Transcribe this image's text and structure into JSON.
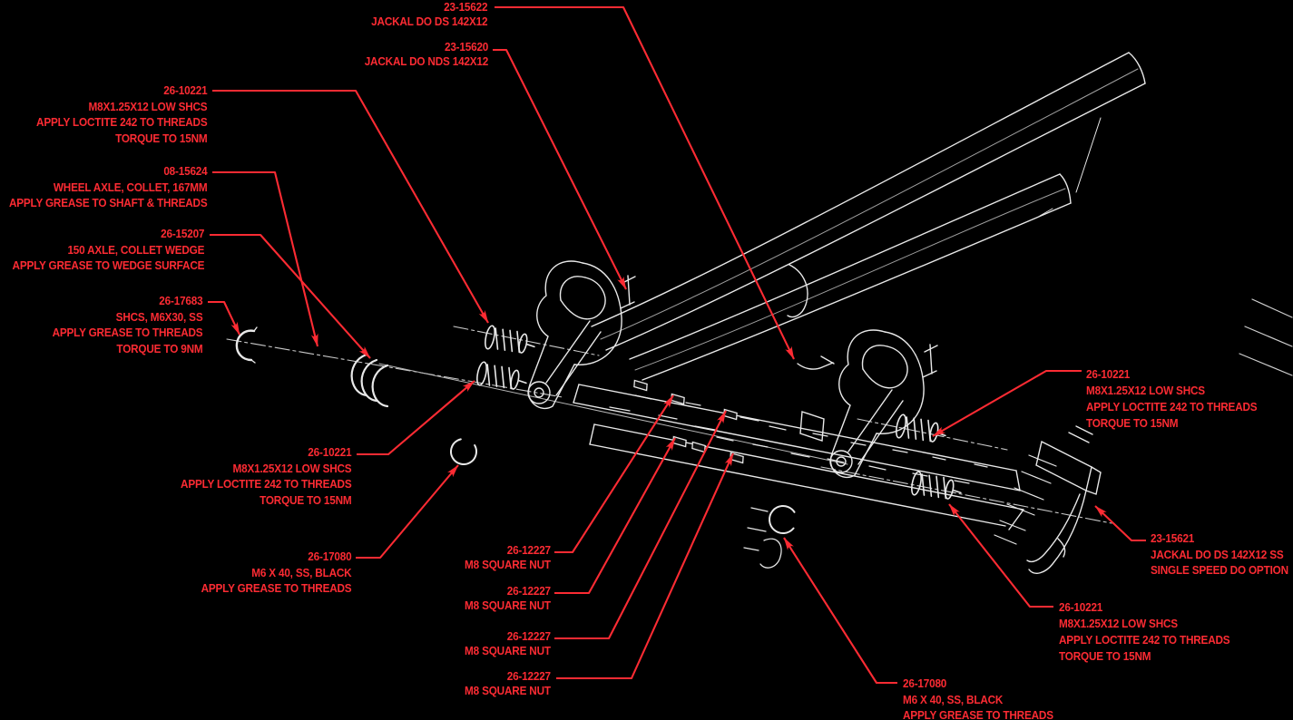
{
  "colors": {
    "background": "#000000",
    "label_red": "#fc2b33",
    "line_white": "#e8e8e8"
  },
  "labels": {
    "ds_dropout": {
      "lines": [
        "23-15622",
        "JACKAL DO DS 142X12"
      ]
    },
    "nds_dropout": {
      "lines": [
        "23-15620",
        "JACKAL DO NDS 142X12"
      ]
    },
    "shcs_top_left": {
      "lines": [
        "26-10221",
        "M8X1.25X12 LOW SHCS",
        "APPLY LOCTITE 242 TO THREADS",
        "TORQUE TO 15NM"
      ]
    },
    "wheel_axle": {
      "lines": [
        "08-15624",
        "WHEEL AXLE, COLLET, 167MM",
        "APPLY GREASE TO SHAFT & THREADS"
      ]
    },
    "collet_wedge": {
      "lines": [
        "26-15207",
        "150 AXLE, COLLET WEDGE",
        "APPLY GREASE TO WEDGE SURFACE"
      ]
    },
    "shcs_m6x30": {
      "lines": [
        "26-17683",
        "SHCS, M6X30, SS",
        "APPLY GREASE TO THREADS",
        "TORQUE TO 9NM"
      ]
    },
    "shcs_lower_left": {
      "lines": [
        "26-10221",
        "M8X1.25X12 LOW SHCS",
        "APPLY LOCTITE 242 TO THREADS",
        "TORQUE TO 15NM"
      ]
    },
    "bolt_m6x40_left": {
      "lines": [
        "26-17080",
        "M6 X 40, SS, BLACK",
        "APPLY GREASE TO THREADS"
      ]
    },
    "square_nut_1": {
      "lines": [
        "26-12227",
        "M8 SQUARE NUT"
      ]
    },
    "square_nut_2": {
      "lines": [
        "26-12227",
        "M8 SQUARE NUT"
      ]
    },
    "square_nut_3": {
      "lines": [
        "26-12227",
        "M8 SQUARE NUT"
      ]
    },
    "square_nut_4": {
      "lines": [
        "26-12227",
        "M8 SQUARE NUT"
      ]
    },
    "shcs_right": {
      "lines": [
        "26-10221",
        "M8X1.25X12 LOW SHCS",
        "APPLY LOCTITE 242 TO THREADS",
        "TORQUE TO 15NM"
      ]
    },
    "ss_dropout": {
      "lines": [
        "23-15621",
        "JACKAL DO DS 142X12 SS",
        "SINGLE SPEED DO OPTION"
      ]
    },
    "shcs_bottom_right": {
      "lines": [
        "26-10221",
        "M8X1.25X12 LOW SHCS",
        "APPLY LOCTITE 242 TO THREADS",
        "TORQUE TO 15NM"
      ]
    },
    "bolt_m6x40_right": {
      "lines": [
        "26-17080",
        "M6 X 40, SS, BLACK",
        "APPLY GREASE TO THREADS"
      ]
    }
  }
}
